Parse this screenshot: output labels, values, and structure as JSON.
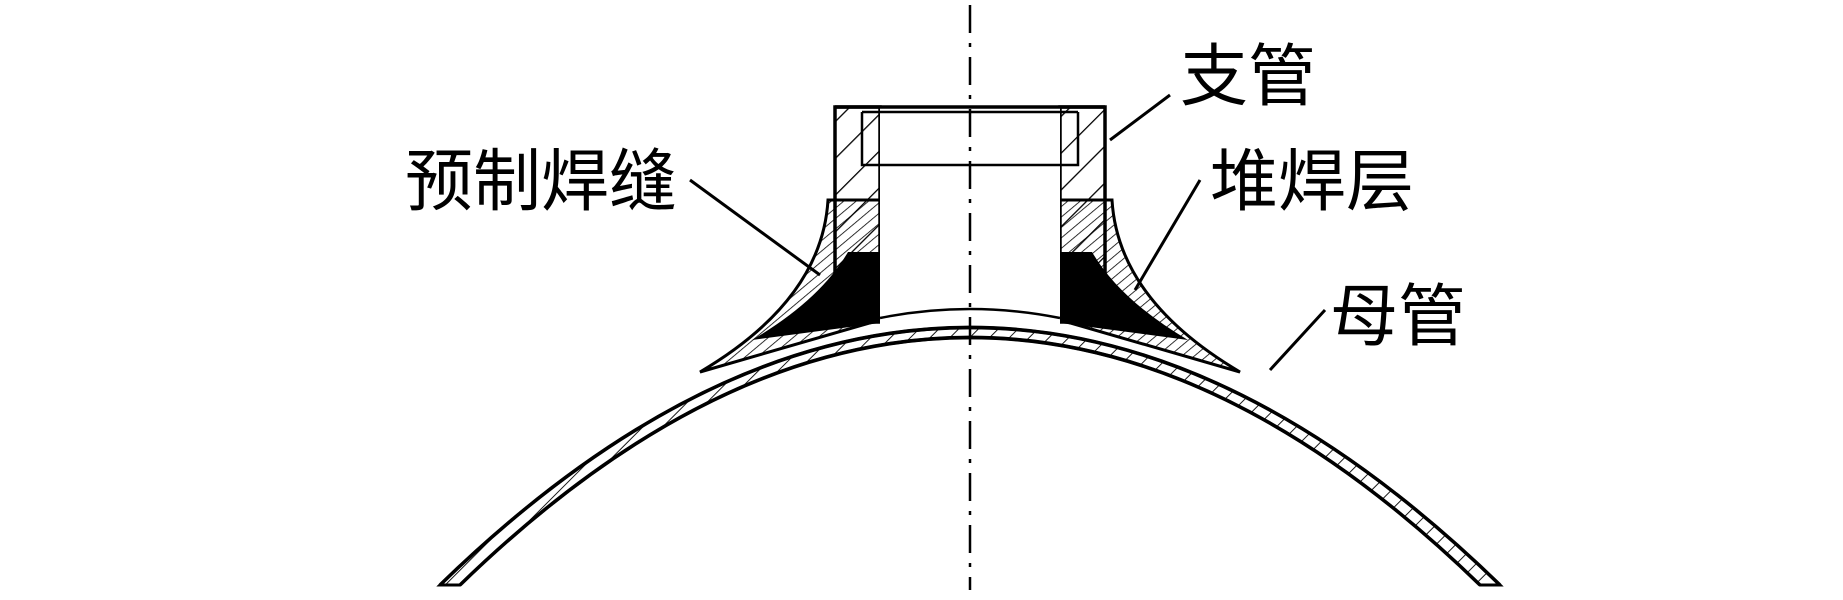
{
  "figure": {
    "labels": {
      "branch_pipe": "支管",
      "prefab_weld": "预制焊缝",
      "overlay_weld": "堆焊层",
      "main_pipe": "母管"
    }
  }
}
